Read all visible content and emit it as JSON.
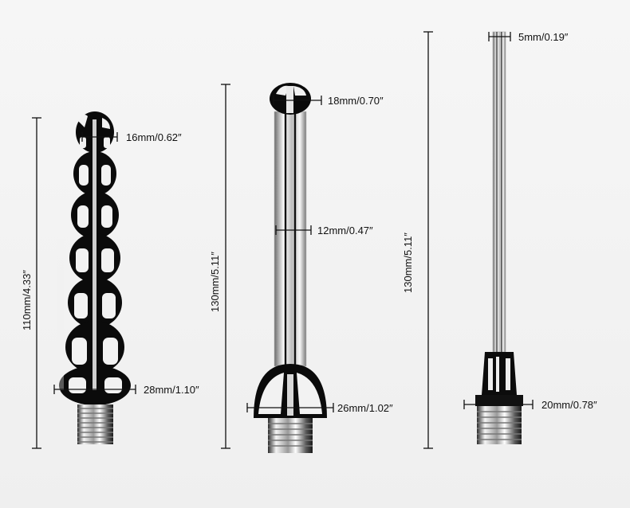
{
  "product_1": {
    "length": "110mm/4.33″",
    "tip_diameter": "16mm/0.62″",
    "base_diameter": "28mm/1.10″"
  },
  "product_2": {
    "length": "130mm/5.11″",
    "tip_diameter": "18mm/0.70″",
    "shaft_diameter": "12mm/0.47″",
    "base_diameter": "26mm/1.02″"
  },
  "product_3": {
    "length": "130mm/5.11″",
    "tip_diameter": "5mm/0.19″",
    "base_diameter": "20mm/0.78″"
  },
  "colors": {
    "background": "#f3f3f3",
    "metal_dark": "#0a0a0a",
    "metal_light": "#e8e8e8",
    "dimension_line": "#111111"
  }
}
